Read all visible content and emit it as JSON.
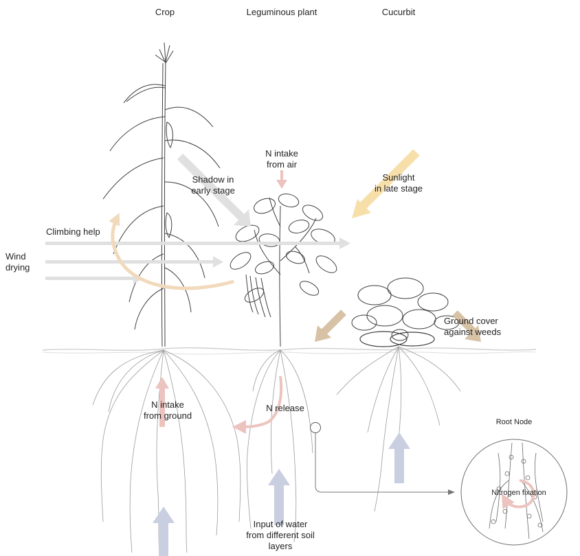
{
  "columns": {
    "crop": "Crop",
    "legume": "Leguminous plant",
    "cucurbit": "Cucurbit"
  },
  "labels": {
    "n_air": "N intake\nfrom air",
    "shadow": "Shadow in\nearly stage",
    "sunlight": "Sunlight\nin late stage",
    "climbing": "Climbing help",
    "wind": "Wind\ndrying",
    "ground_cover": "Ground cover\nagainst weeds",
    "n_ground": "N intake\nfrom ground",
    "n_release": "N release",
    "water": "Input of water\nfrom different soil\nlayers",
    "root_node": "Root Node",
    "nitrogen_fixation": "Nitrogen fixation"
  },
  "colors": {
    "pink_arrow": "#ecc3bf",
    "blue_arrow": "#c9cee1",
    "grey_arrow": "#e0e0e0",
    "yellow_arrow": "#f7dfaa",
    "brown_arrow": "#d7c2a6",
    "orange_curve": "#f1d9bb",
    "line": "#555555"
  }
}
